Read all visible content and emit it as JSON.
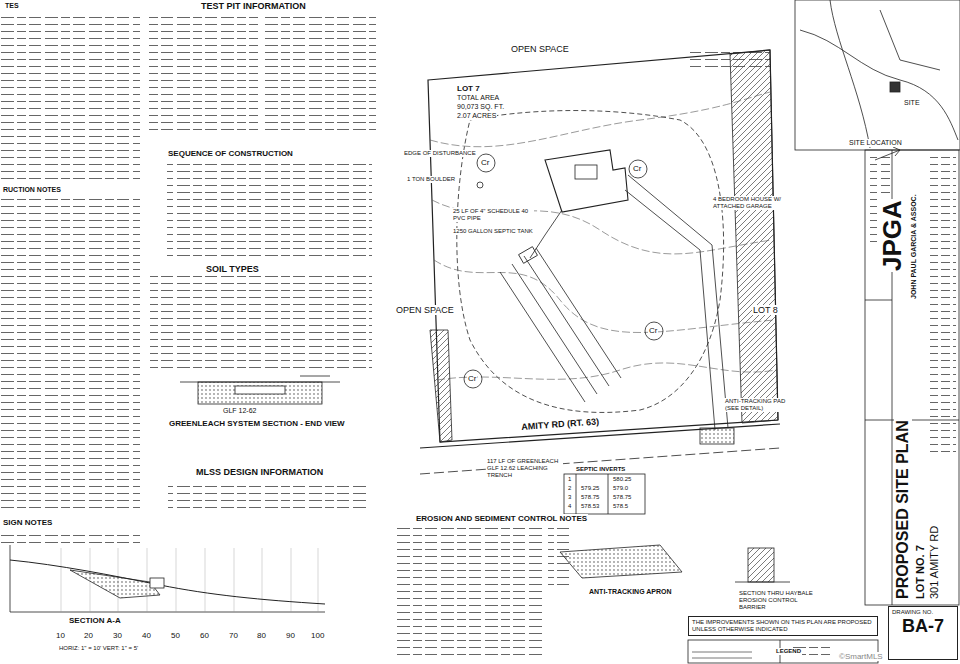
{
  "diagram": {
    "nodes": [
      {
        "text": [
          "DRAWING NO.",
          "BA-7"
        ]
      },
      {
        "text": [
          "THE IMPROVEMENTS SHOWN ON THIS PLAN ARE PROPOSED UNLESS OTHERWISE INDICATED"
        ]
      }
    ],
    "labels": [
      "TES",
      "TEST PIT INFORMATION",
      "RUCTION NOTES",
      "SEQUENCE OF CONSTRUCTION",
      "SOIL TYPES",
      "GLF 12-62",
      "GREENLEACH SYSTEM SECTION - END VIEW",
      "MLSS DESIGN INFORMATION",
      "SIGN NOTES",
      "SECTION A-A",
      "HORIZ: 1\" = 10' VERT: 1\" = 5'",
      "10",
      "20",
      "30",
      "40",
      "50",
      "60",
      "70",
      "80",
      "90",
      "100",
      "EROSION AND SEDIMENT CONTROL NOTES",
      "OPEN SPACE",
      "LOT 7",
      "TOTAL AREA",
      "90,073 SQ. FT.",
      "2.07 ACRES",
      "EDGE OF DISTURBANCE",
      "1 TON BOULDER",
      "25 LF OF 4\" SCHEDULE 40 PVC PIPE",
      "1250 GALLON SEPTIC TANK",
      "OPEN SPACE",
      "4 BEDROOM HOUSE W/ ATTACHED GARAGE",
      "LOT 8",
      "AMITY RD (RT. 63)",
      "117 LF OF GREENLEACH GLF 12.62 LEACHING TRENCH",
      "ANTI-TRACKING PAD (SEE DETAIL)",
      "ANTI-TRACKING APRON",
      "SECTION THRU HAYBALE EROSION CONTROL BARRIER",
      "LEGEND",
      "SITE LOCATION",
      "SITE",
      "JPGA",
      "JOHN PAUL GARCIA & ASSOC.",
      "PROPOSED SITE PLAN",
      "LOT NO. 7",
      "301 AMITY RD",
      "©SmartMLS",
      "Cr",
      "Cr",
      "Cr",
      "Cr",
      "SEPTIC INVERTS",
      "1",
      "580.25",
      "2",
      "579.25",
      "579.0",
      "3",
      "578.75",
      "578.75",
      "4",
      "578.53",
      "578.5"
    ]
  }
}
